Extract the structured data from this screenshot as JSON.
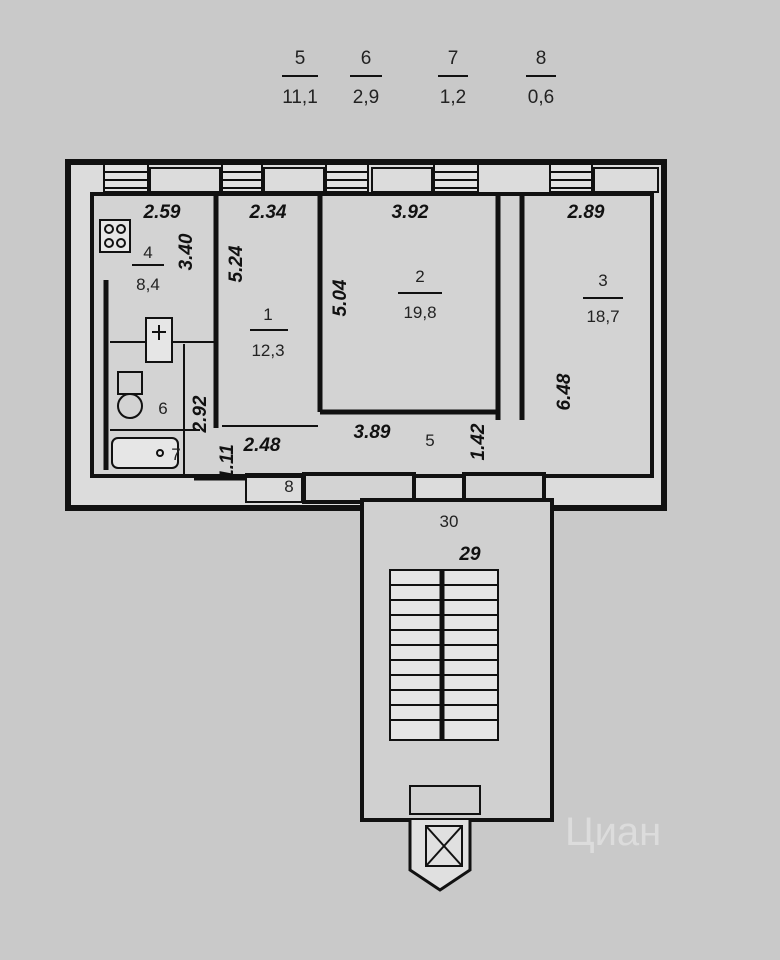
{
  "legend": [
    {
      "room": "5",
      "area": "11,1"
    },
    {
      "room": "6",
      "area": "2,9"
    },
    {
      "room": "7",
      "area": "1,2"
    },
    {
      "room": "8",
      "area": "0,6"
    }
  ],
  "rooms": [
    {
      "id": "4",
      "area": "8,4"
    },
    {
      "id": "1",
      "area": "12,3"
    },
    {
      "id": "2",
      "area": "19,8"
    },
    {
      "id": "3",
      "area": "18,7"
    },
    {
      "id": "5"
    },
    {
      "id": "6"
    },
    {
      "id": "7"
    },
    {
      "id": "8"
    }
  ],
  "dimensions": [
    "2.59",
    "3.40",
    "2.34",
    "5.24",
    "3.92",
    "5.04",
    "2.89",
    "6.48",
    "2.92",
    "2.48",
    "3.89",
    "1.42",
    "1.11",
    "30",
    "29"
  ],
  "watermark": "Циан"
}
